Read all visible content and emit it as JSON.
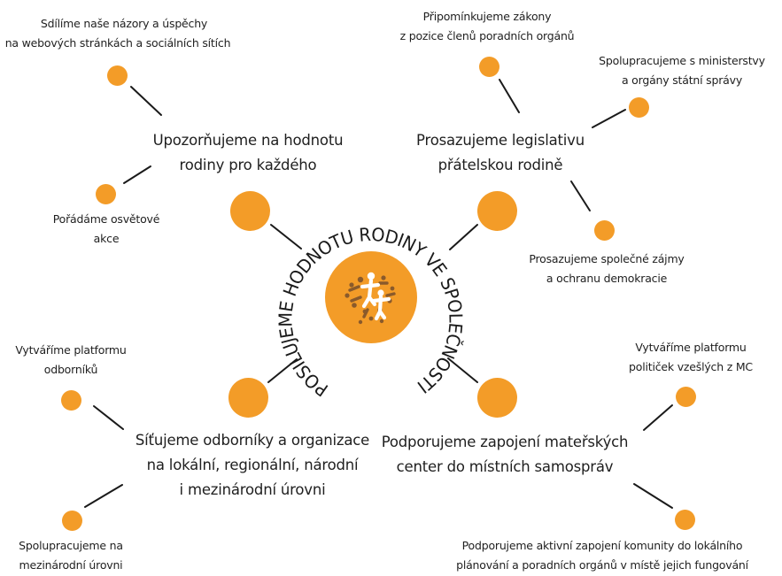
{
  "colors": {
    "accent": "#f39c28",
    "line": "#1a1a1a",
    "text": "#1f1f1f",
    "figure_brown": "#8a5a2b"
  },
  "center": {
    "circular_text": "POSILUJEME HODNOTU RODINY VE SPOLEČNOSTI",
    "logo_icon": "family-figures-logo-icon"
  },
  "branches": {
    "top_left": {
      "line1": "Upozorňujeme na hodnotu",
      "line2": "rodiny pro každého",
      "sub_a": {
        "line1": "Sdílíme naše názory a úspěchy",
        "line2": "na webových stránkách a sociálních sítích"
      },
      "sub_b": {
        "line1": "Pořádáme osvětové",
        "line2": "akce"
      }
    },
    "top_right": {
      "line1": "Prosazujeme legislativu",
      "line2": "přátelskou rodině",
      "sub_a": {
        "line1": "Připomínkujeme zákony",
        "line2": "z pozice členů poradních orgánů"
      },
      "sub_b": {
        "line1": "Spolupracujeme s ministerstvy",
        "line2": "a orgány státní správy"
      },
      "sub_c": {
        "line1": "Prosazujeme společné zájmy",
        "line2": "a ochranu demokracie"
      }
    },
    "bottom_left": {
      "line1": "Síťujeme odborníky a organizace",
      "line2": "na lokální, regionální, národní",
      "line3": "i mezinárodní úrovni",
      "sub_a": {
        "line1": "Vytváříme platformu",
        "line2": "odborníků"
      },
      "sub_b": {
        "line1": "Spolupracujeme na",
        "line2": "mezinárodní úrovni"
      }
    },
    "bottom_right": {
      "line1": "Podporujeme zapojení mateřských",
      "line2": "center do místních samospráv",
      "sub_a": {
        "line1": "Vytváříme platformu",
        "line2": "političek vzešlých z MC"
      },
      "sub_b": {
        "line1": "Podporujeme aktivní zapojení komunity do lokálního",
        "line2": "plánování a poradních orgánů v místě jejich fungování"
      }
    }
  }
}
